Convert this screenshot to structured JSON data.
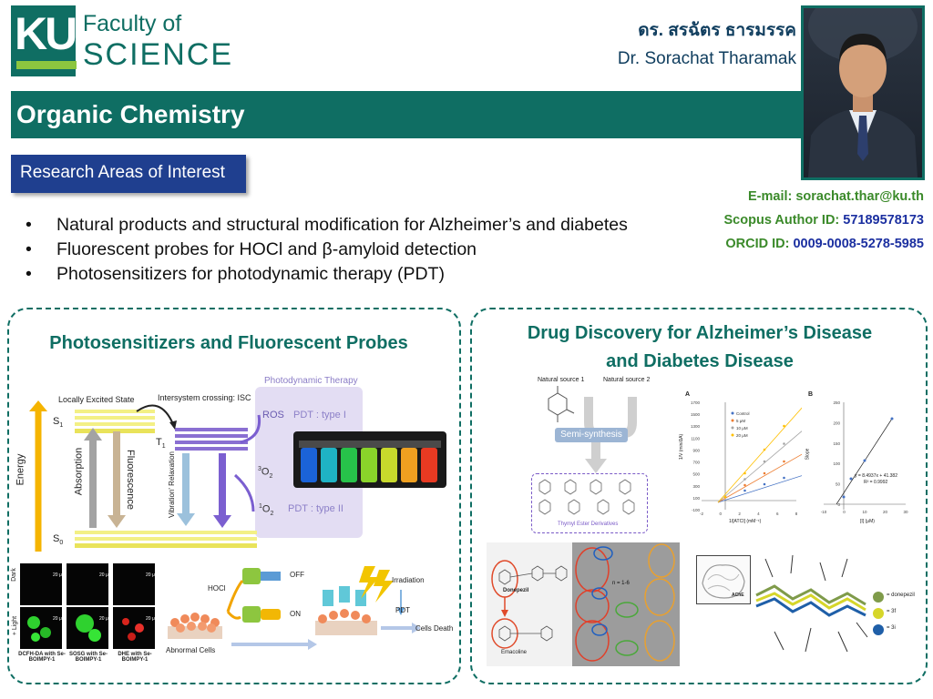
{
  "header": {
    "logo_ku": "KU",
    "logo_line1": "Faculty of",
    "logo_line2": "SCIENCE",
    "name_th": "ดร. สรฉัตร ธารมรรค",
    "name_en": "Dr. Sorachat Tharamak"
  },
  "title": "Organic Chemistry",
  "research_tab": "Research Areas of Interest",
  "contacts": {
    "email_label": "E-mail: ",
    "email": "sorachat.thar@ku.th",
    "scopus_label": "Scopus Author ID: ",
    "scopus": "57189578173",
    "orcid_label": "ORCID ID: ",
    "orcid": "0009-0008-5278-5985"
  },
  "bullets": [
    "Natural products and structural modification for Alzheimer’s and diabetes",
    "Fluorescent probes for HOCl and β-amyloid detection",
    "Photosensitizers for photodynamic therapy (PDT)"
  ],
  "left_panel": {
    "title": "Photosensitizers and Fluorescent Probes",
    "jab": {
      "locally_excited": "Locally Excited State",
      "isc": "Intersystem crossing: ISC",
      "pdt_title": "Photodynamic Therapy",
      "s1": "S",
      "s1_sub": "1",
      "s0": "S",
      "s0_sub": "0",
      "t1": "T",
      "t1_sub": "1",
      "energy": "Energy",
      "absorption": "Absorption",
      "fluorescence": "Fluorescence",
      "vib": "Vibration' Relaxation",
      "ros": "ROS",
      "pdt1": "PDT : type I",
      "o2_3": "O",
      "o2_3_pre": "3",
      "o2_3_sub": "2",
      "o2_1": "O",
      "o2_1_pre": "1",
      "o2_1_sub": "2",
      "pdt2": "PDT : type II"
    },
    "micro": {
      "dark": "Dark",
      "light": "+ Light",
      "scale": "20 μm",
      "c1": "DCFH-DA with Se-BOIMPY-1",
      "c2": "SOSG with Se-BOIMPY-1",
      "c3": "DHE with Se-BOIMPY-1"
    },
    "probe": {
      "hocl": "HOCl",
      "off": "OFF",
      "on": "ON",
      "irradiation": "Irradiation",
      "pdt": "PDT",
      "cells_death": "Cells Death",
      "abnormal": "Abnormal Cells"
    }
  },
  "right_panel": {
    "title_line1": "Drug Discovery for Alzheimer’s Disease",
    "title_line2": "and Diabetes Disease",
    "source1": "Natural source 1",
    "source2": "Natural source 2",
    "semi": "Semi-synthesis",
    "thymyl": "Thymyl Ester Derivatives",
    "chartA": {
      "tag": "A",
      "ylabel": "1/V (min/ΔA)",
      "xlabel": "1/[ATCI] (mM⁻¹)",
      "yticks": [
        "1700",
        "1500",
        "1300",
        "1100",
        "900",
        "700",
        "500",
        "300",
        "100",
        "-100"
      ],
      "xticks": [
        "-2",
        "0",
        "2",
        "4",
        "6",
        "8"
      ],
      "legend": [
        "Control",
        "5 μM",
        "10 μM",
        "20 μM"
      ],
      "colors": [
        "#4472c4",
        "#ed7d31",
        "#a5a5a5",
        "#ffc000"
      ]
    },
    "chartB": {
      "tag": "B",
      "ylabel": "Slope",
      "xlabel": "[I] (μM)",
      "yticks": [
        "250",
        "200",
        "150",
        "100",
        "50",
        "0"
      ],
      "xticks": [
        "-10",
        "0",
        "10",
        "20",
        "30"
      ],
      "eq": "y = 8.4937x + 41.382",
      "r2": "R² = 0.9992"
    },
    "donepezil": "Donepezil",
    "enaccoline": "Emacoline",
    "n_label": "n = 1-6",
    "ache": "AChE",
    "dock_legend": [
      "= donepezil",
      "= 3f",
      "= 3i"
    ],
    "dock_colors": [
      "#7f9b4a",
      "#d6d62a",
      "#1f5fa8"
    ]
  }
}
